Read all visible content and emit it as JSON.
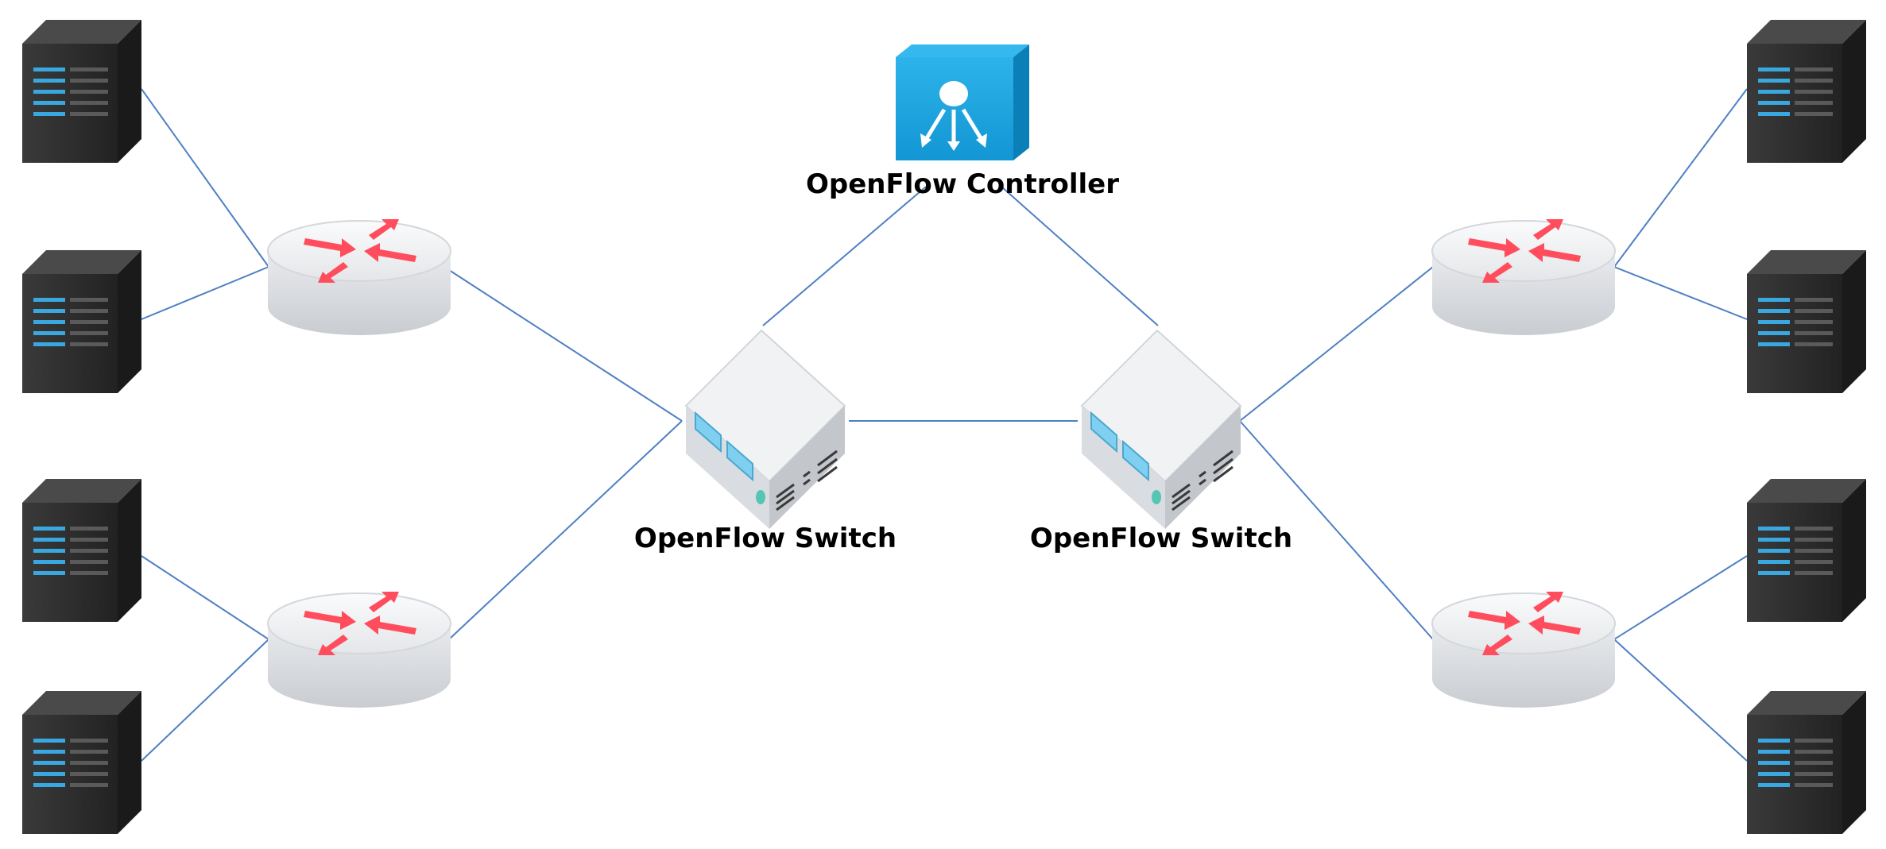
{
  "diagram": {
    "labels": {
      "controller": "OpenFlow Controller",
      "switch_left": "OpenFlow Switch",
      "switch_right": "OpenFlow Switch"
    },
    "colors": {
      "link": "#4f7fc4",
      "controller_face": "#1aa3df",
      "controller_edge": "#0b7fb8",
      "router_body": "#e6e8eb",
      "router_arrow": "#ff4d5e",
      "switch_body": "#e8eaed",
      "switch_port": "#7fd0f0",
      "server_body": "#2b2b2b",
      "server_led": "#3aa8e0"
    },
    "icons": {
      "controller": "controller-icon",
      "switch": "switch-icon",
      "router": "router-icon",
      "server": "server-icon"
    }
  }
}
